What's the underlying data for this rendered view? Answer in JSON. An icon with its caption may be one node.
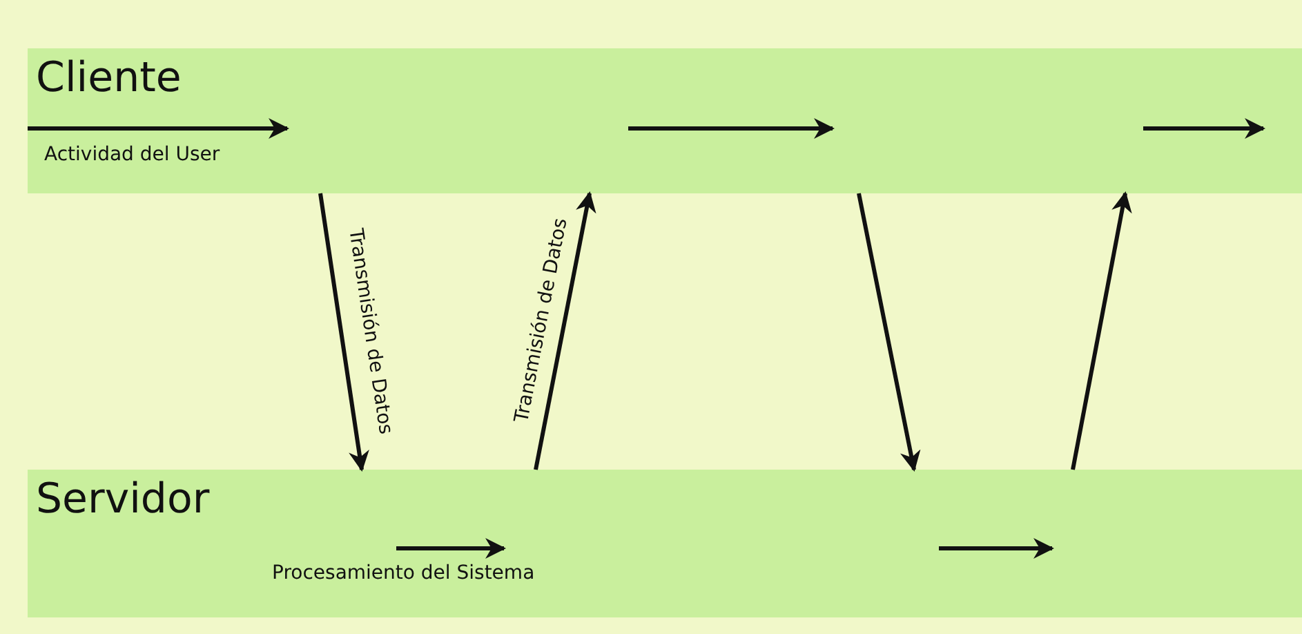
{
  "diagram": {
    "nodes": [
      {
        "text": [
          "Cliente"
        ]
      },
      {
        "text": [
          "Servidor"
        ]
      }
    ],
    "edges": [
      {
        "from": 0,
        "to": 1,
        "arrow": "to",
        "label": "Transmisión de Datos"
      },
      {
        "from": 1,
        "to": 0,
        "arrow": "to",
        "label": "Transmisión de Datos"
      },
      {
        "from": 0,
        "to": 1,
        "arrow": "to"
      },
      {
        "from": 1,
        "to": 0,
        "arrow": "to"
      }
    ],
    "labels": [
      "Actividad del User",
      "Procesamiento del Sistema"
    ]
  }
}
